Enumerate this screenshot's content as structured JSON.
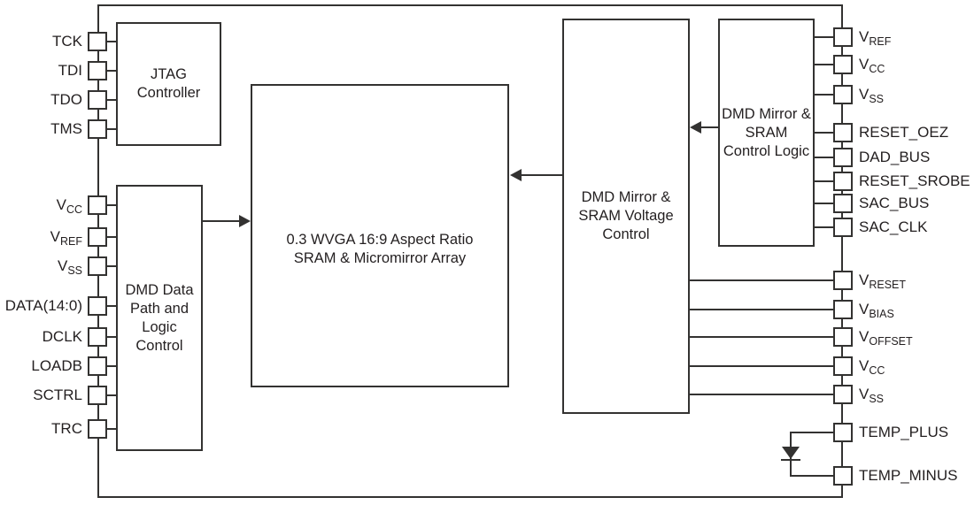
{
  "diagram": {
    "type": "functional-block-diagram",
    "line_color": "#333231",
    "text_color": "#231f20",
    "bg_color": "#ffffff",
    "diode_symbol": "diode-icon"
  },
  "blocks": {
    "jtag": {
      "label": "JTAG\nController"
    },
    "data_path": {
      "label": "DMD Data\nPath and\nLogic\nControl"
    },
    "mirror_array": {
      "label": "0.3 WVGA 16:9 Aspect Ratio\nSRAM & Micromirror Array"
    },
    "voltage_control": {
      "label": "DMD Mirror &\nSRAM Voltage\nControl"
    },
    "control_logic": {
      "label": "DMD Mirror &\nSRAM\nControl Logic"
    }
  },
  "pins": {
    "left": [
      {
        "main": "TCK",
        "sub": ""
      },
      {
        "main": "TDI",
        "sub": ""
      },
      {
        "main": "TDO",
        "sub": ""
      },
      {
        "main": "TMS",
        "sub": ""
      },
      {
        "main": "V",
        "sub": "CC"
      },
      {
        "main": "V",
        "sub": "REF"
      },
      {
        "main": "V",
        "sub": "SS"
      },
      {
        "main": "DATA(14:0)",
        "sub": ""
      },
      {
        "main": "DCLK",
        "sub": ""
      },
      {
        "main": "LOADB",
        "sub": ""
      },
      {
        "main": "SCTRL",
        "sub": ""
      },
      {
        "main": "TRC",
        "sub": ""
      }
    ],
    "right": [
      {
        "main": "V",
        "sub": "REF"
      },
      {
        "main": "V",
        "sub": "CC"
      },
      {
        "main": "V",
        "sub": "SS"
      },
      {
        "main": "RESET_OEZ",
        "sub": ""
      },
      {
        "main": "DAD_BUS",
        "sub": ""
      },
      {
        "main": "RESET_SROBE",
        "sub": ""
      },
      {
        "main": "SAC_BUS",
        "sub": ""
      },
      {
        "main": "SAC_CLK",
        "sub": ""
      },
      {
        "main": "V",
        "sub": "RESET"
      },
      {
        "main": "V",
        "sub": "BIAS"
      },
      {
        "main": "V",
        "sub": "OFFSET"
      },
      {
        "main": "V",
        "sub": "CC"
      },
      {
        "main": "V",
        "sub": "SS"
      },
      {
        "main": "TEMP_PLUS",
        "sub": ""
      },
      {
        "main": "TEMP_MINUS",
        "sub": ""
      }
    ]
  }
}
